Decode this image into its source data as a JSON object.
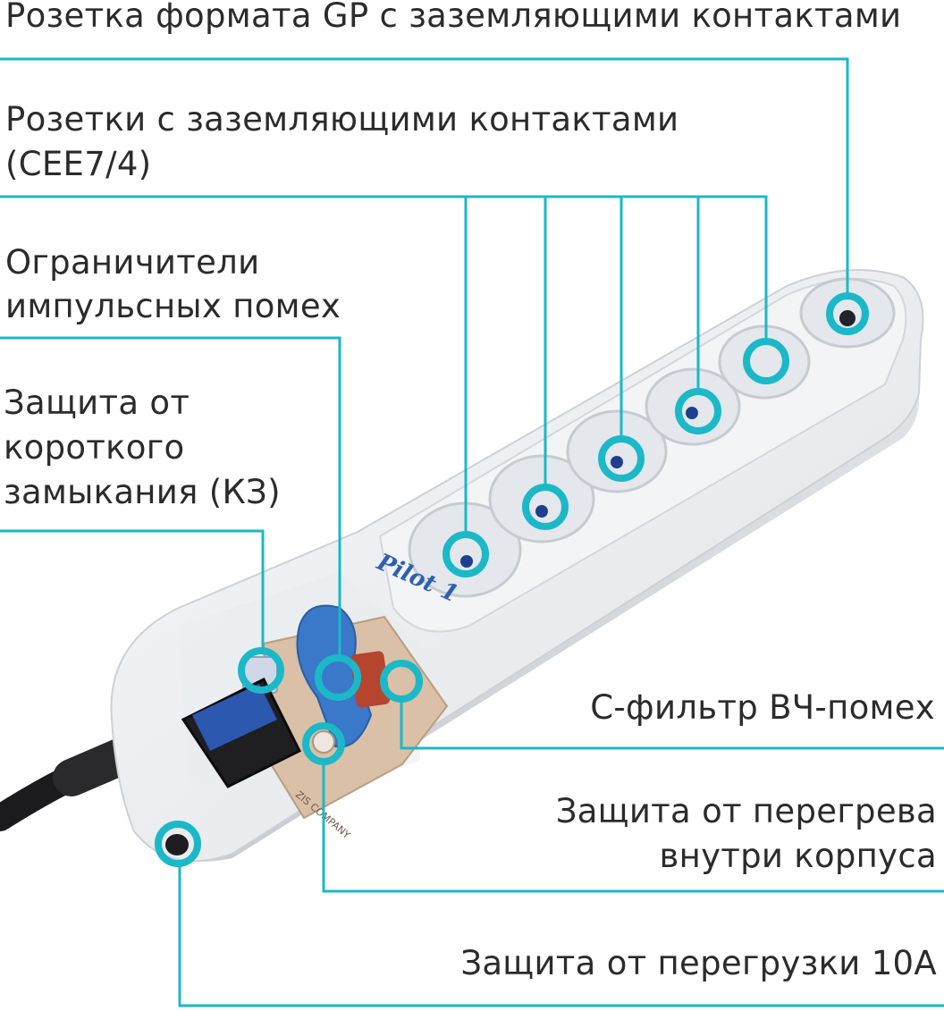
{
  "labels": {
    "gp_socket": "Розетка формата GP с заземляющими контактами",
    "cee_line1": "Розетки с заземляющими контактами",
    "cee_line2": "(CEE7/4)",
    "surge_line1": "Ограничители",
    "surge_line2": "импульсных помех",
    "short_line1": "Защита от",
    "short_line2": "короткого",
    "short_line3": "замыкания (КЗ)",
    "cfilter": "С-фильтр ВЧ-помех",
    "overheat_line1": "Защита от перегрева",
    "overheat_line2": "внутри корпуса",
    "overload": "Защита от перегрузки 10А"
  },
  "device": {
    "brand_logo": "Pilot 1",
    "board_marking": "ZIS COMPANY"
  },
  "colors": {
    "accent": "#1bb8c8",
    "text": "#2b2b2b",
    "body": "#eef0f3",
    "board": "#d9c0a6",
    "varistor": "#3a78c9",
    "capacitor": "#b5452f",
    "switch": "#1f1f22",
    "logo": "#2e5fb4"
  }
}
